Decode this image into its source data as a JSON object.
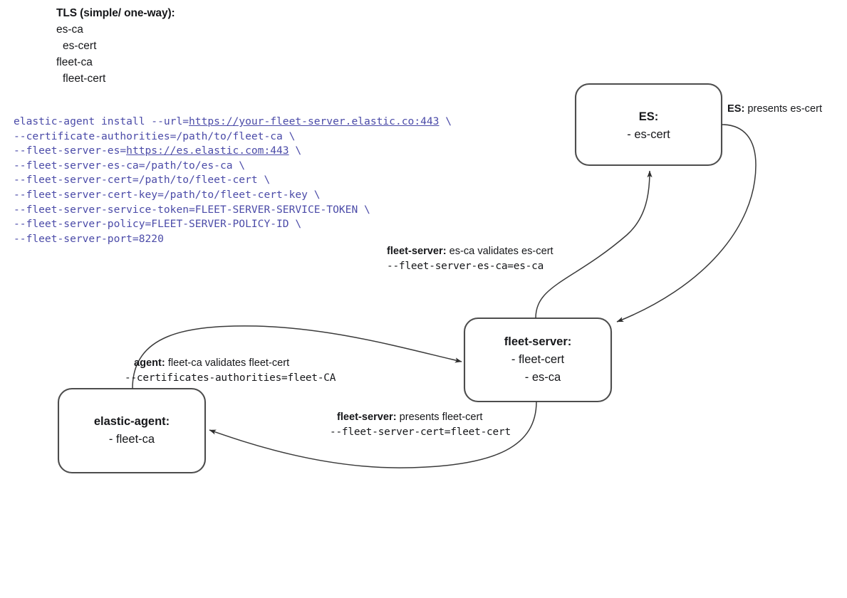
{
  "tls_note": {
    "title": "TLS (simple/ one-way):",
    "lines": [
      {
        "text": "es-ca",
        "indented": false
      },
      {
        "text": "es-cert",
        "indented": true
      },
      {
        "text": "fleet-ca",
        "indented": false
      },
      {
        "text": "fleet-cert",
        "indented": true
      }
    ]
  },
  "install_command": {
    "lines": [
      {
        "segments": [
          {
            "text": "elastic-agent install --url=",
            "link": false
          },
          {
            "text": "https://your-fleet-server.elastic.co:443",
            "link": true
          },
          {
            "text": " \\",
            "link": false
          }
        ]
      },
      {
        "segments": [
          {
            "text": "--certificate-authorities=/path/to/fleet-ca \\",
            "link": false
          }
        ]
      },
      {
        "segments": [
          {
            "text": "--fleet-server-es=",
            "link": false
          },
          {
            "text": "https://es.elastic.com:443",
            "link": true
          },
          {
            "text": " \\",
            "link": false
          }
        ]
      },
      {
        "segments": [
          {
            "text": "--fleet-server-es-ca=/path/to/es-ca \\",
            "link": false
          }
        ]
      },
      {
        "segments": [
          {
            "text": "--fleet-server-cert=/path/to/fleet-cert \\",
            "link": false
          }
        ]
      },
      {
        "segments": [
          {
            "text": "--fleet-server-cert-key=/path/to/fleet-cert-key \\",
            "link": false
          }
        ]
      },
      {
        "segments": [
          {
            "text": "--fleet-server-service-token=FLEET-SERVER-SERVICE-TOKEN \\",
            "link": false
          }
        ]
      },
      {
        "segments": [
          {
            "text": "--fleet-server-policy=FLEET-SERVER-POLICY-ID \\",
            "link": false
          }
        ]
      },
      {
        "segments": [
          {
            "text": "--fleet-server-port=8220",
            "link": false
          }
        ]
      }
    ]
  },
  "nodes": {
    "es": {
      "title": "ES:",
      "items": [
        "- es-cert"
      ]
    },
    "fleet_server": {
      "title": "fleet-server:",
      "items": [
        "- fleet-cert",
        "- es-ca"
      ]
    },
    "elastic_agent": {
      "title": "elastic-agent:",
      "items": [
        "- fleet-ca"
      ]
    }
  },
  "edges": {
    "es_presents": {
      "actor": "ES:",
      "text": " presents es-cert",
      "mono": ""
    },
    "fleet_validates": {
      "actor": "fleet-server:",
      "text": " es-ca validates es-cert",
      "mono": "--fleet-server-es-ca=es-ca"
    },
    "agent_validates": {
      "actor": "agent:",
      "text": " fleet-ca validates fleet-cert",
      "mono": "--certificates-authorities=fleet-CA"
    },
    "fleet_presents": {
      "actor": "fleet-server:",
      "text": " presents fleet-cert",
      "mono": "--fleet-server-cert=fleet-cert"
    }
  },
  "colors": {
    "command_text": "#4b4ba8",
    "stroke": "#4d4d4d",
    "connector": "#3a3a3a",
    "text": "#16171a",
    "background": "#ffffff"
  }
}
